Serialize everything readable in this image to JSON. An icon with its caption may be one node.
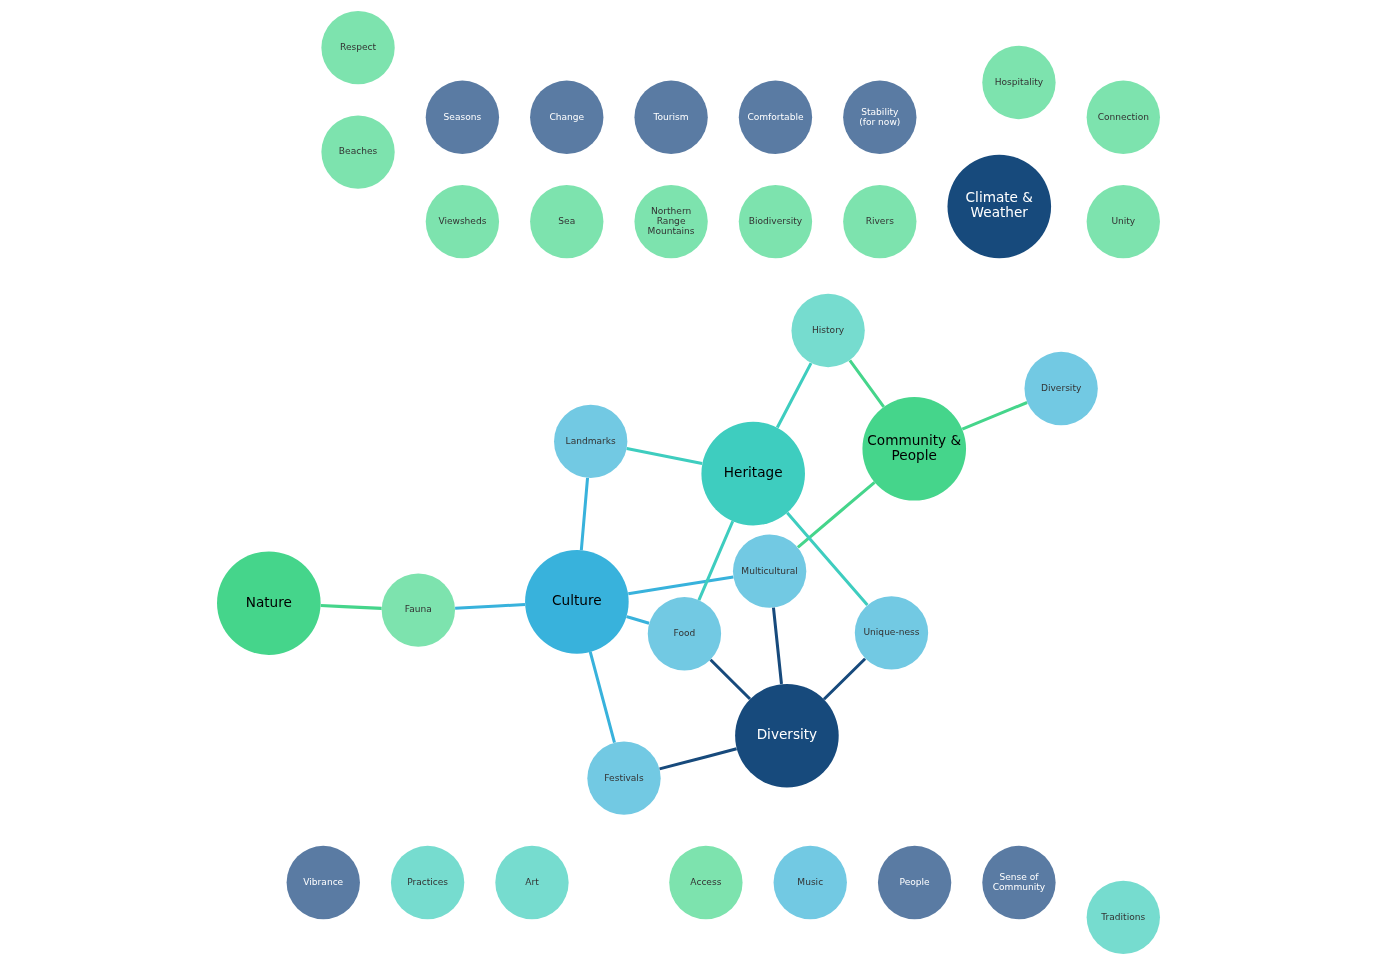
{
  "diagram": {
    "nodes": [
      {
        "text": [
          "Nature"
        ]
      },
      {
        "text": [
          "Rivers"
        ]
      },
      {
        "text": [
          "Biodiversity"
        ]
      },
      {
        "text": [
          "Northern Range Mountains"
        ]
      },
      {
        "text": [
          "Sea"
        ]
      },
      {
        "text": [
          "Viewsheds"
        ]
      },
      {
        "text": [
          "Beaches"
        ]
      },
      {
        "text": [
          "Access"
        ]
      },
      {
        "text": [
          "Fauna"
        ]
      },
      {
        "text": [
          "Culture"
        ]
      },
      {
        "text": [
          "Music"
        ]
      },
      {
        "text": [
          "Landmarks"
        ]
      },
      {
        "text": [
          "Diversity"
        ]
      },
      {
        "text": [
          "Multicultural"
        ]
      },
      {
        "text": [
          "Festivals"
        ]
      },
      {
        "text": [
          "Unique-ness"
        ]
      },
      {
        "text": [
          "Food"
        ]
      },
      {
        "text": [
          "Diversity"
        ]
      },
      {
        "text": [
          "People"
        ]
      },
      {
        "text": [
          "Sense of Community"
        ]
      },
      {
        "text": [
          "Climate & Weather"
        ]
      },
      {
        "text": [
          "Stability (for now)"
        ]
      },
      {
        "text": [
          "Comfortable"
        ]
      },
      {
        "text": [
          "Tourism"
        ]
      },
      {
        "text": [
          "Change"
        ]
      },
      {
        "text": [
          "Seasons"
        ]
      },
      {
        "text": [
          "Vibrance"
        ]
      },
      {
        "text": [
          "Heritage"
        ]
      },
      {
        "text": [
          "History"
        ]
      },
      {
        "text": [
          "Practices"
        ]
      },
      {
        "text": [
          "Art"
        ]
      },
      {
        "text": [
          "Traditions"
        ]
      },
      {
        "text": [
          "Community & People"
        ]
      },
      {
        "text": [
          "Unity"
        ]
      },
      {
        "text": [
          "Connection"
        ]
      },
      {
        "text": [
          "Hospitality"
        ]
      },
      {
        "text": [
          "Respect"
        ]
      }
    ],
    "edges": [
      {
        "from": 0,
        "to": 8,
        "arrow": "none",
        "color": "#45d58b"
      },
      {
        "from": 8,
        "to": 9,
        "arrow": "none"
      },
      {
        "from": 9,
        "to": 11,
        "arrow": "none"
      },
      {
        "from": 9,
        "to": 13,
        "arrow": "none"
      },
      {
        "from": 9,
        "to": 14,
        "arrow": "none"
      },
      {
        "from": 9,
        "to": 16,
        "arrow": "none"
      },
      {
        "from": 13,
        "to": 17,
        "arrow": "none",
        "color": "#174a7c"
      },
      {
        "from": 14,
        "to": 17,
        "arrow": "none",
        "color": "#174a7c"
      },
      {
        "from": 15,
        "to": 17,
        "arrow": "none",
        "color": "#174a7c"
      },
      {
        "from": 16,
        "to": 17,
        "arrow": "none",
        "color": "#174a7c"
      },
      {
        "from": 13,
        "to": 32,
        "arrow": "none",
        "color": "#45d58b"
      },
      {
        "from": 11,
        "to": 27,
        "arrow": "none",
        "color": "#3ecdbf"
      },
      {
        "from": 12,
        "to": 32,
        "arrow": "none",
        "color": "#45d58b"
      },
      {
        "from": 27,
        "to": 15,
        "arrow": "none",
        "color": "#3ecdbf"
      },
      {
        "from": 27,
        "to": 16,
        "arrow": "none",
        "color": "#3ecdbf"
      },
      {
        "from": 27,
        "to": 28,
        "arrow": "none",
        "color": "#3ecdbf"
      },
      {
        "from": 28,
        "to": 32,
        "arrow": "none",
        "color": "#45d58b"
      }
    ]
  }
}
